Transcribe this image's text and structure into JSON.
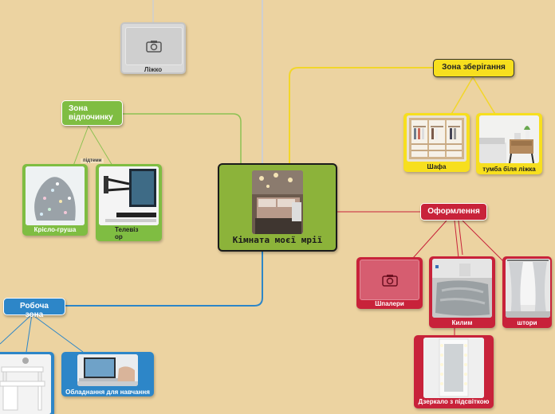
{
  "colors": {
    "background": "#ecd3a1",
    "central": "#8cb33a",
    "relax": "#7fbd42",
    "storage": "#f7df1e",
    "decor": "#c8223a",
    "work": "#2d86c8"
  },
  "central": {
    "title": "Кімната моєї мрії"
  },
  "topics": {
    "relax": {
      "label": "Зона відпочинку"
    },
    "storage": {
      "label": "Зона зберігання"
    },
    "decor": {
      "label": "Оформлення"
    },
    "work": {
      "label": "Робоча зона"
    }
  },
  "edge_labels": {
    "subtopic": "підтеми"
  },
  "items": {
    "bed": {
      "label": "Ліжко",
      "icon": "camera-icon"
    },
    "beanbag": {
      "label": "Крісло-груша"
    },
    "tv": {
      "label": "Телевізор"
    },
    "wardrobe": {
      "label": "Шафа"
    },
    "nightstand": {
      "label": "тумба біля ліжка"
    },
    "wallpaper": {
      "label": "Шпалери",
      "icon": "camera-icon"
    },
    "carpet": {
      "label": "Килим"
    },
    "curtains": {
      "label": "штори"
    },
    "mirror": {
      "label": "Дзеркало з підсвіткою"
    },
    "desk": {
      "label": ""
    },
    "study_equipment": {
      "label": "Обладнання для навчання"
    }
  }
}
